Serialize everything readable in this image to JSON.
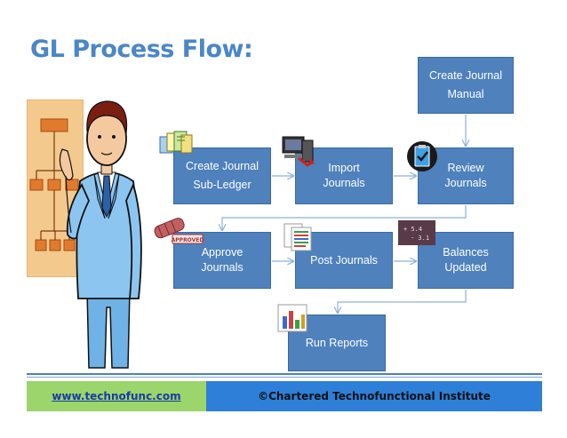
{
  "title": "GL Process Flow:",
  "boxes": {
    "create_manual": [
      "Create Journal",
      "Manual"
    ],
    "create_subledger": [
      "Create Journal",
      "Sub-Ledger"
    ],
    "import": [
      "Import",
      "Journals"
    ],
    "review": [
      "Review",
      "Journals"
    ],
    "approve": [
      "Approve",
      "Journals"
    ],
    "post": [
      "Post Journals"
    ],
    "balances": [
      "Balances",
      "Updated"
    ],
    "run_reports": [
      "Run Reports"
    ]
  },
  "icons": {
    "subledger": "documents-stack-icon",
    "import": "computer-icon",
    "review": "clipboard-check-icon",
    "approve": "approved-stamp-icon",
    "approve_stamp_text": "APPROVED",
    "post": "spreadsheet-icon",
    "balances": "ledger-numbers-icon",
    "reports": "bar-chart-icon",
    "presenter": "businessman-illustration",
    "org_chart": "org-chart-board-illustration"
  },
  "footer": {
    "website": "www.technofunc.com",
    "copyright": "©Chartered Technofunctional Institute"
  },
  "colors": {
    "title": "#4a86c8",
    "box": "#4f81bd",
    "box_text": "#ffffff",
    "footer_left_bg": "#9bd56b",
    "footer_right_bg": "#2e7fd8",
    "link": "#1a3aa8"
  }
}
